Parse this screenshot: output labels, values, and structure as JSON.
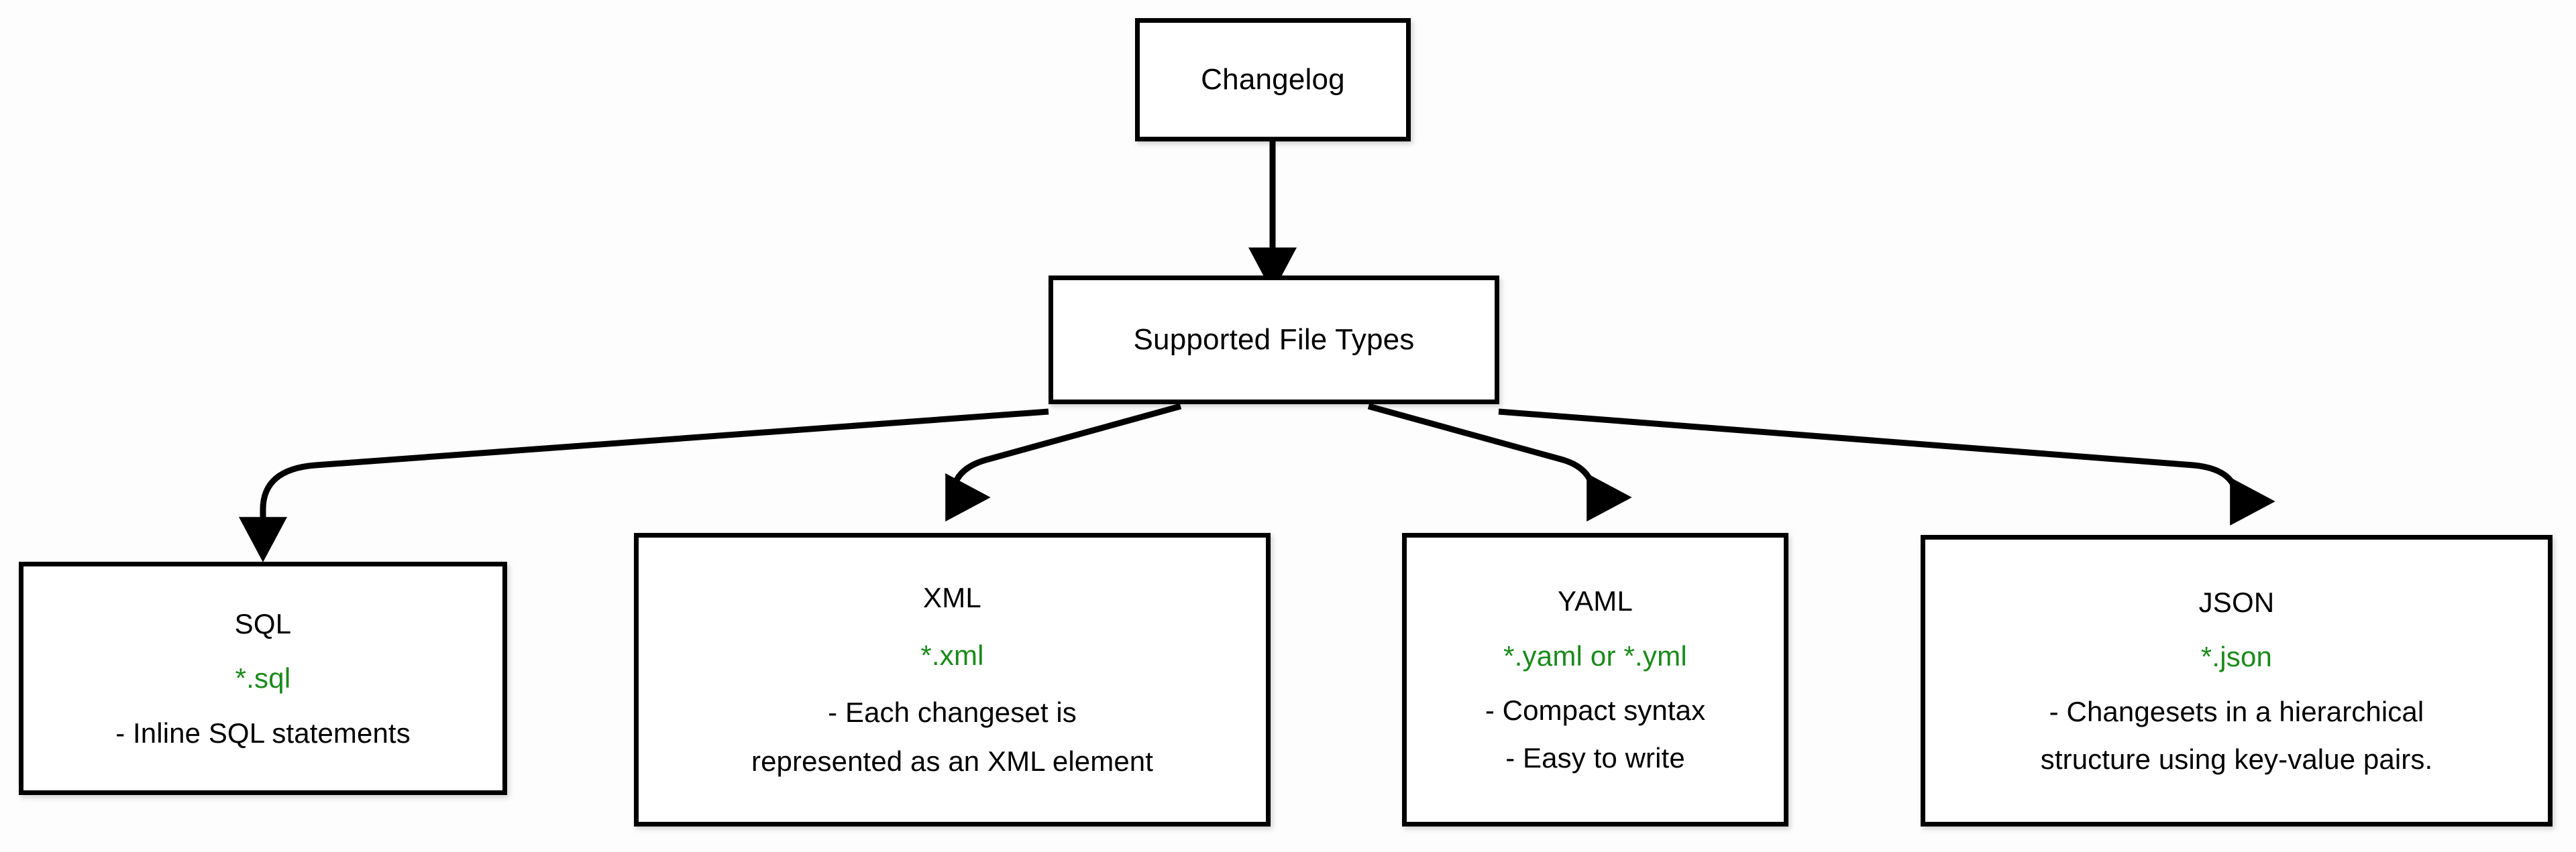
{
  "diagram": {
    "title": "Changelog Supported File Types",
    "background_color": "#fdfdfd",
    "stroke_color": "#000000",
    "node_fill_color": "#ffffff",
    "extension_text_color": "#1a8a1a",
    "text_color": "#000000"
  },
  "nodes": {
    "changelog": {
      "label": "Changelog"
    },
    "supported_file_types": {
      "label": "Supported File Types"
    },
    "sql": {
      "title": "SQL",
      "extension": "*.sql",
      "description_lines": [
        "- Inline SQL statements"
      ]
    },
    "xml": {
      "title": "XML",
      "extension": "*.xml",
      "description_lines": [
        "- Each changeset is",
        "represented as an XML element"
      ]
    },
    "yaml": {
      "title": "YAML",
      "extension": "*.yaml or *.yml",
      "description_lines": [
        "- Compact syntax",
        "- Easy to write"
      ]
    },
    "json": {
      "title": "JSON",
      "extension": "*.json",
      "description_lines": [
        "- Changesets in a hierarchical",
        "structure using key-value pairs."
      ]
    }
  },
  "edges": [
    {
      "from": "changelog",
      "to": "supported_file_types",
      "arrow": "down"
    },
    {
      "from": "supported_file_types",
      "to": "sql",
      "arrow": "down"
    },
    {
      "from": "supported_file_types",
      "to": "xml",
      "arrow": "down"
    },
    {
      "from": "supported_file_types",
      "to": "yaml",
      "arrow": "down"
    },
    {
      "from": "supported_file_types",
      "to": "json",
      "arrow": "down"
    }
  ]
}
